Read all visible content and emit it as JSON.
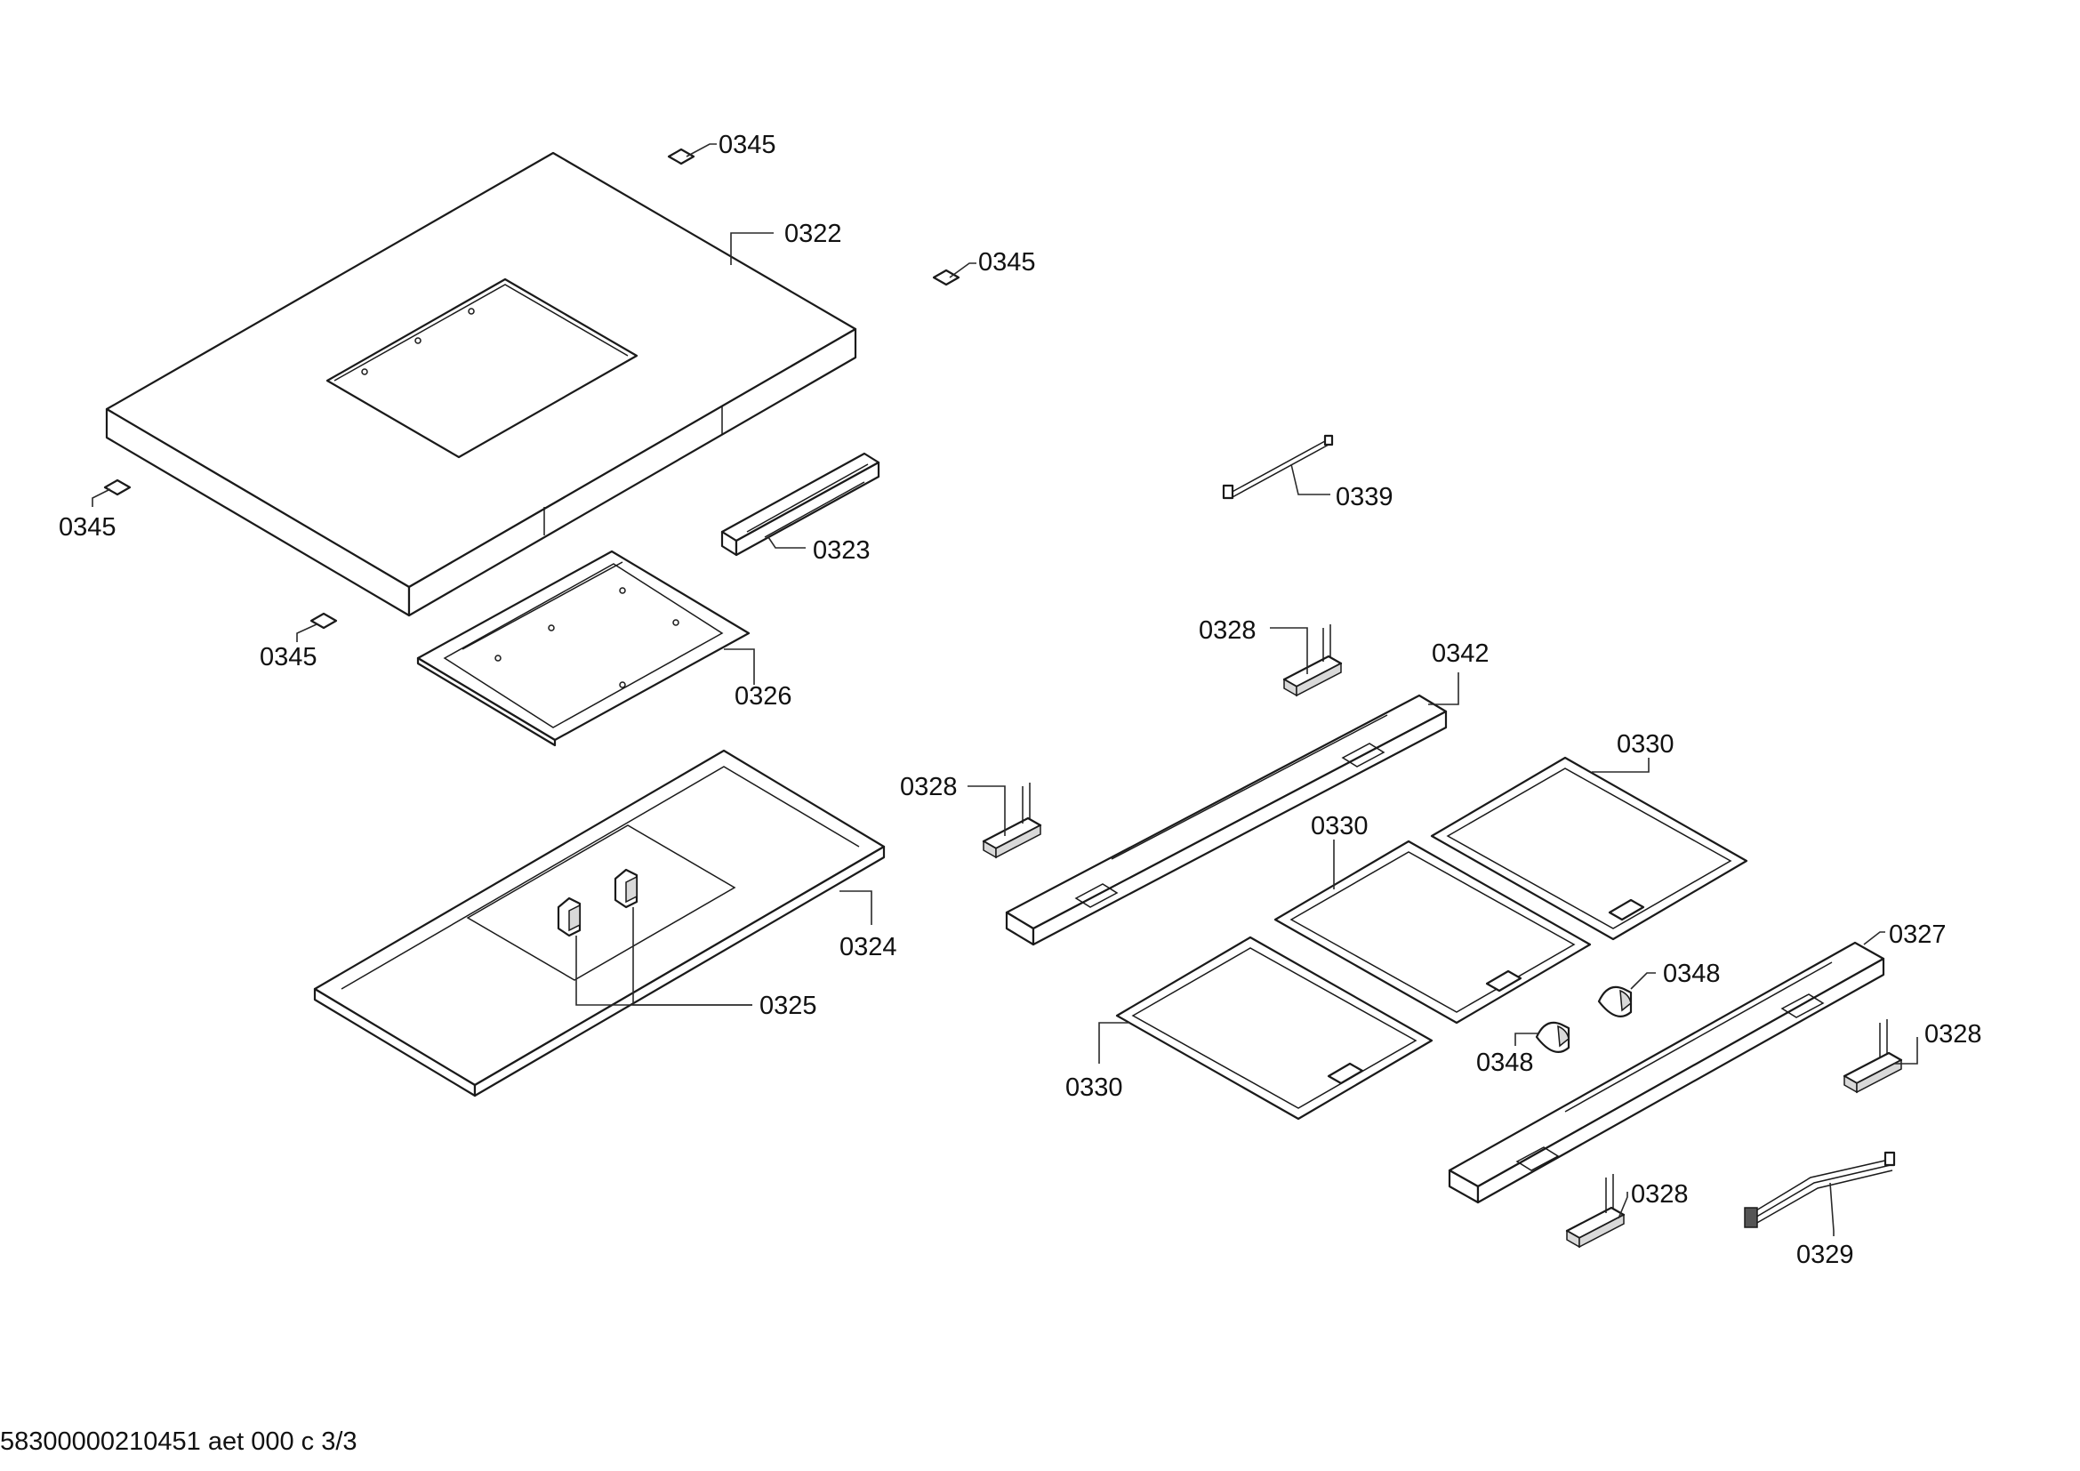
{
  "callouts": {
    "c0345a": "0345",
    "c0345b": "0345",
    "c0345c": "0345",
    "c0345d": "0345",
    "c0322": "0322",
    "c0323": "0323",
    "c0326": "0326",
    "c0324": "0324",
    "c0325": "0325",
    "c0339": "0339",
    "c0328a": "0328",
    "c0328b": "0328",
    "c0328c": "0328",
    "c0328d": "0328",
    "c0342": "0342",
    "c0330a": "0330",
    "c0330b": "0330",
    "c0330c": "0330",
    "c0348a": "0348",
    "c0348b": "0348",
    "c0327": "0327",
    "c0329": "0329"
  },
  "footer": {
    "document_code": "58300000210451 aet 000 c 3/3"
  }
}
